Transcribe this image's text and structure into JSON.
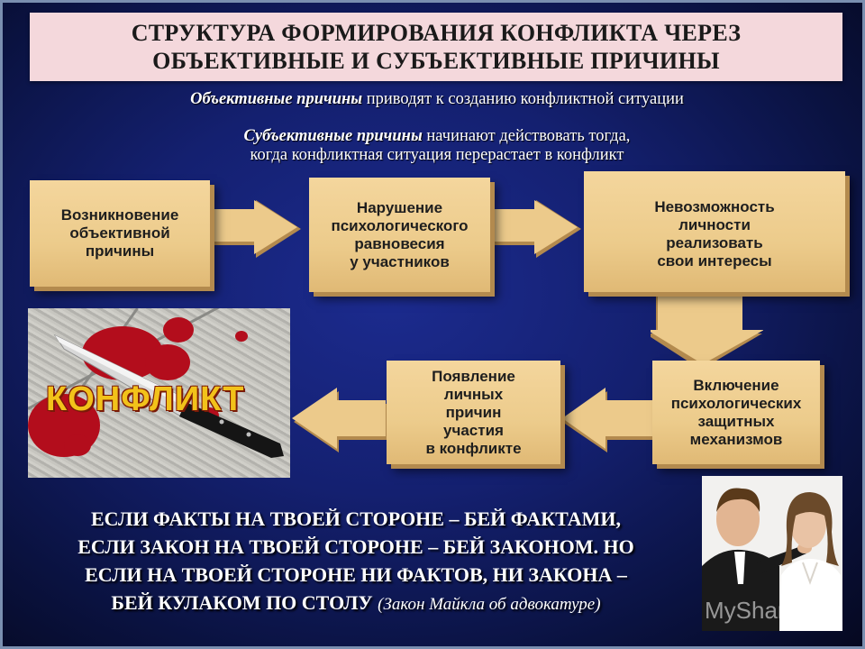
{
  "title": {
    "line1": "СТРУКТУРА ФОРМИРОВАНИЯ КОНФЛИКТА ЧЕРЕЗ",
    "line2": "ОБЪЕКТИВНЫЕ И СУБЪЕКТИВНЫЕ ПРИЧИНЫ"
  },
  "objective": {
    "term": "Объективные причины",
    "rest": " приводят к созданию конфликтной ситуации"
  },
  "subjective": {
    "term": "Субъективные причины",
    "rest1": " начинают действовать тогда,",
    "line2": "когда конфликтная ситуация перерастает  в конфликт"
  },
  "flow": {
    "step1": [
      "Возникновение",
      "объективной",
      "причины"
    ],
    "step2": [
      "Нарушение",
      "психологического",
      "равновесия",
      "у участников"
    ],
    "step3": [
      "Невозможность",
      "личности",
      "реализовать",
      "свои интересы"
    ],
    "step4": [
      "Включение",
      "психологических",
      "защитных",
      "механизмов"
    ],
    "step5": [
      "Появление",
      "личных",
      "причин",
      "участия",
      "в конфликте"
    ]
  },
  "image_label": "КОНФЛИКТ",
  "quote": {
    "line1": "ЕСЛИ ФАКТЫ НА ТВОЕЙ СТОРОНЕ – БЕЙ ФАКТАМИ,",
    "line2": "ЕСЛИ ЗАКОН НА ТВОЕЙ СТОРОНЕ – БЕЙ ЗАКОНОМ. НО",
    "line3": "ЕСЛИ НА ТВОЕЙ СТОРОНЕ НИ ФАКТОВ, НИ ЗАКОНА –",
    "line4": "БЕЙ КУЛАКОМ ПО СТОЛУ",
    "source": "(Закон Майкла об адвокатуре)"
  },
  "watermark": "MyShared",
  "colors": {
    "box": "#eccb8b",
    "box_shadow": "#b38a4e",
    "background": "#142070",
    "title_bg": "#f4d8dc",
    "label": "#f2c21a"
  }
}
